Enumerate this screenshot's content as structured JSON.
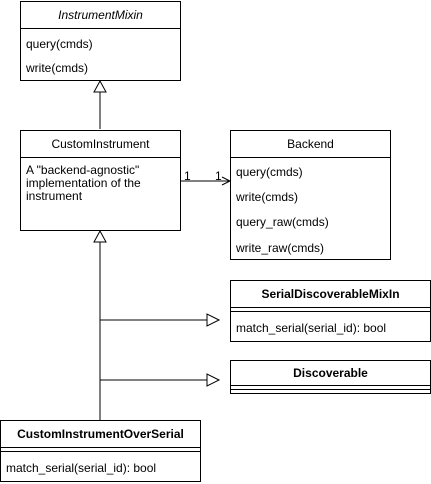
{
  "classes": {
    "instrument_mixin": {
      "name": "InstrumentMixin",
      "members": [
        "query(cmds)",
        "write(cmds)"
      ]
    },
    "custom_instrument": {
      "name": "CustomInstrument",
      "description": "A \"backend-agnostic\" implementation of the instrument"
    },
    "backend": {
      "name": "Backend",
      "members": [
        "query(cmds)",
        "write(cmds)",
        "query_raw(cmds)",
        "write_raw(cmds)"
      ]
    },
    "serial_discoverable_mixin": {
      "name": "SerialDiscoverableMixIn",
      "members": [
        "match_serial(serial_id): bool"
      ]
    },
    "discoverable": {
      "name": "Discoverable"
    },
    "custom_instrument_over_serial": {
      "name": "CustomInstrumentOverSerial",
      "members": [
        "match_serial(serial_id): bool"
      ]
    }
  },
  "association": {
    "source_multiplicity": "1",
    "target_multiplicity": "1"
  }
}
